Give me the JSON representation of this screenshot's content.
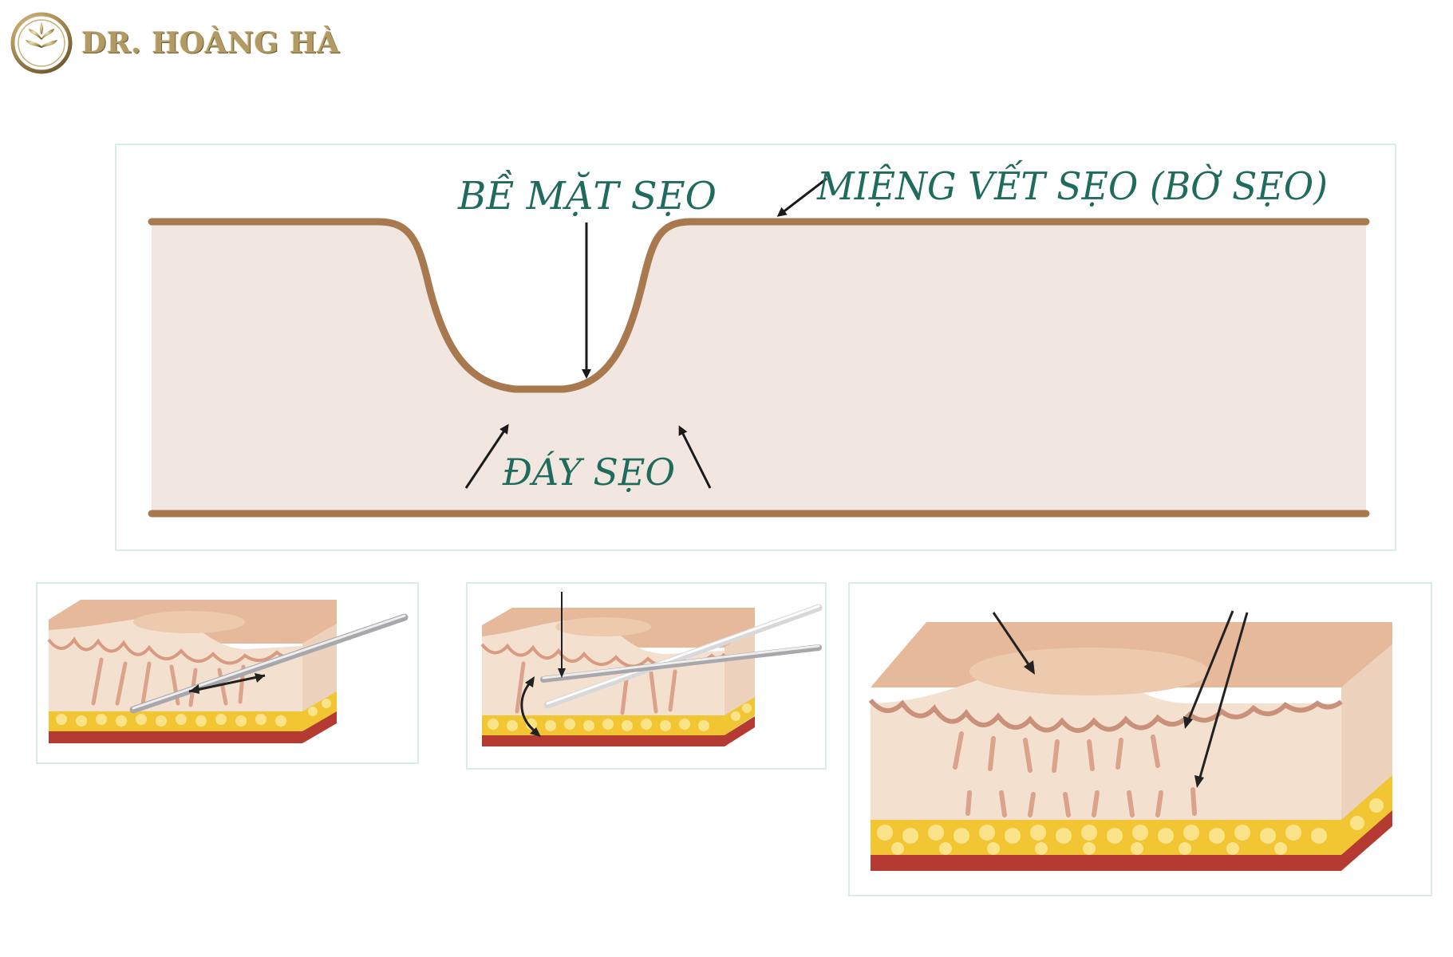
{
  "logo": {
    "text": "DR. HOÀNG HÀ",
    "icon": "tree-of-life-emblem-icon"
  },
  "diagram": {
    "labels": {
      "surface": "BỀ MẶT SẸO",
      "edge": "MIỆNG VẾT SẸO (BỜ SẸO)",
      "base": "ĐÁY SẸO"
    }
  },
  "colors": {
    "label_text": "#1f6b5c",
    "skin_line": "#a8794f",
    "skin_fill": "#f2e6e1",
    "panel_border": "#d7ede6",
    "logo_gold": "#b19a64"
  }
}
